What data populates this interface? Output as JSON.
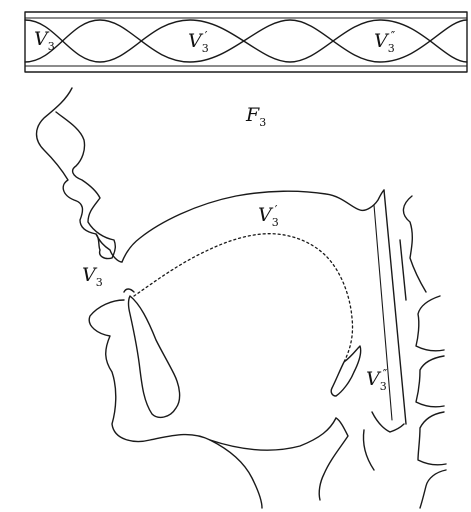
{
  "tube": {
    "left_label": {
      "base": "V",
      "sub": "3",
      "mark": ""
    },
    "middle_label": {
      "base": "V",
      "sub": "3",
      "mark": "′"
    },
    "right_label": {
      "base": "V",
      "sub": "3",
      "mark": "″"
    }
  },
  "formant_label": {
    "base": "F",
    "sub": "3"
  },
  "tract": {
    "lips_label": {
      "base": "V",
      "sub": "3",
      "mark": ""
    },
    "palate_label": {
      "base": "V",
      "sub": "3",
      "mark": "′"
    },
    "pharynx_label": {
      "base": "V",
      "sub": "3",
      "mark": "″"
    }
  },
  "colors": {
    "ink": "#1a1a1a",
    "background": "#ffffff"
  }
}
